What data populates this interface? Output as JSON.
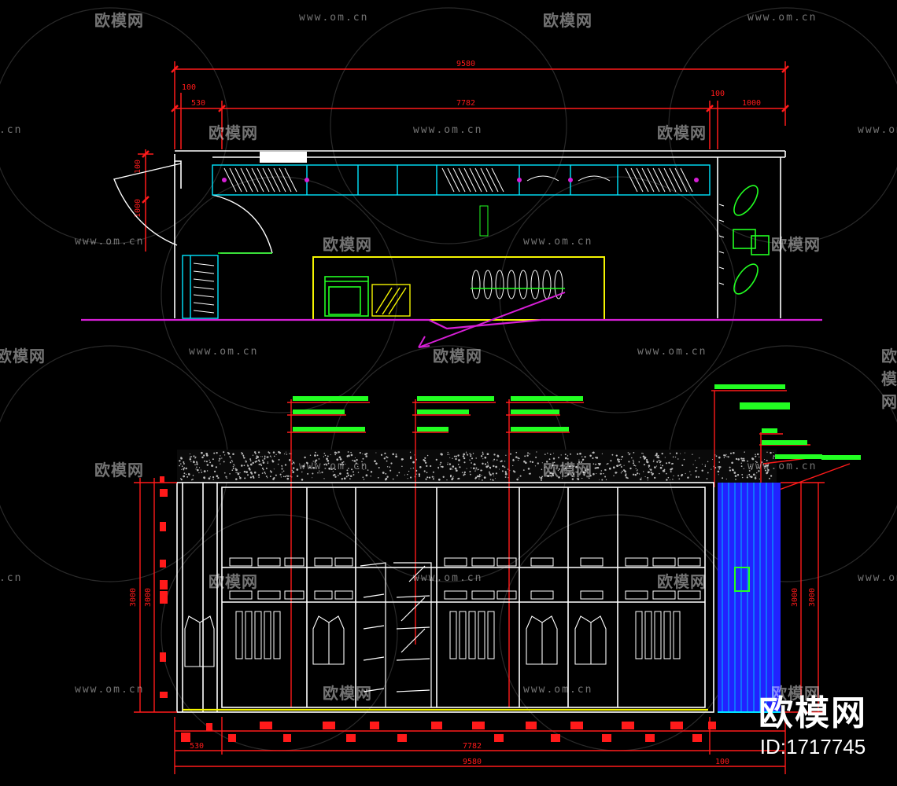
{
  "colors": {
    "background": "#000000",
    "dimension": "#ff1a1a",
    "wall": "#ffffff",
    "cyan": "#00e5ff",
    "yellow": "#f5f500",
    "green": "#22ff22",
    "magenta": "#d61fd6",
    "blue": "#2222ff"
  },
  "plan": {
    "dims_top": {
      "overall": "9580",
      "main": "7782",
      "left_a": "100",
      "left_b": "530",
      "right_a": "100",
      "right_b": "1000"
    },
    "dims_left": {
      "a": "100",
      "b": "1000"
    }
  },
  "elevation": {
    "dims_bottom": {
      "main": "7782",
      "overall": "9580",
      "left": "530",
      "right": "100"
    },
    "dims_left": {
      "outer": "3000",
      "inner": "3000"
    },
    "dims_right": {
      "outer": "3000",
      "inner": "3000"
    }
  },
  "watermark": {
    "cn": "欧模网",
    "url": "www.om.cn"
  },
  "brand": {
    "name": "欧模网",
    "id": "ID:1717745"
  }
}
